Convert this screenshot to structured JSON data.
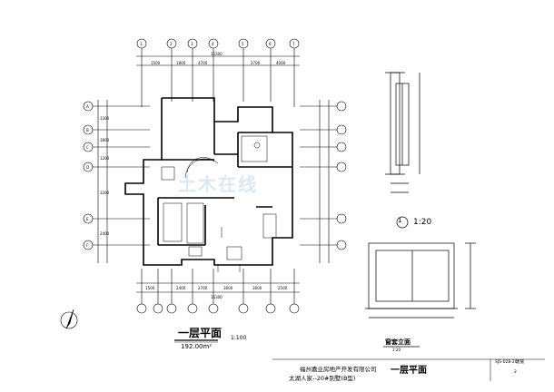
{
  "drawing": {
    "plan_title": "一层平面",
    "plan_area": "192.00m²",
    "plan_scale": "1:100",
    "detail_mark": "1",
    "detail_scale": "1:20",
    "elevation_title": "窗套立面",
    "elevation_scale": "1:20",
    "sheet_title": "一层平面",
    "company": "福州嘉业房地产开发有限公司",
    "project": "太湖人家--20#别墅(B型)",
    "drawing_number": "SJS-028-20",
    "sheet_label": "建施",
    "sheet_number": "2",
    "watermark": "土木在线"
  },
  "dimensions": {
    "top_total": "15300",
    "top_segments": [
      "1500",
      "1800",
      "4700",
      "2700",
      "4000"
    ],
    "bottom_total": "16300",
    "bottom_segments": [
      "1500",
      "2400",
      "2700",
      "3600",
      "3600",
      "2500"
    ],
    "left_segments": [
      "3300",
      "3800",
      "1200",
      "3200",
      "2400"
    ]
  },
  "grid_axes": {
    "top": [
      "1",
      "2",
      "3",
      "4",
      "5",
      "6",
      "7"
    ],
    "left": [
      "A",
      "B",
      "C",
      "D",
      "E",
      "F"
    ]
  },
  "colors": {
    "line": "#000000",
    "watermark": "#a0c4e8",
    "paper": "#ffffff"
  }
}
